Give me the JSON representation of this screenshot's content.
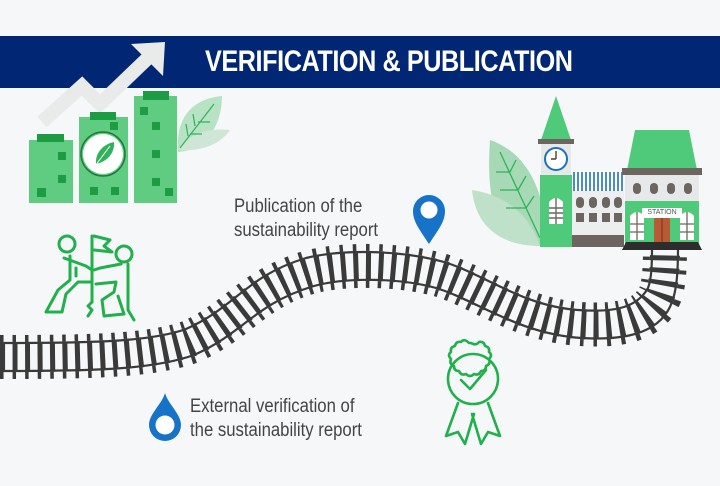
{
  "header": {
    "title": "VERIFICATION & PUBLICATION",
    "background_color": "#012673",
    "text_color": "#ffffff"
  },
  "milestones": [
    {
      "id": "publication",
      "line1": "Publication of the",
      "line2": "sustainability report",
      "icon": "map-pin-icon",
      "icon_color": "#1673c8"
    },
    {
      "id": "verification",
      "line1": "External verification of",
      "line2": "the sustainability report",
      "icon": "water-drop-icon",
      "icon_color": "#1673c8"
    }
  ],
  "illustrations": {
    "growth_buildings": "growth-chart-buildings-icon",
    "teamwork": "teamwork-flag-icon",
    "award": "award-ribbon-check-icon",
    "station": "train-station-icon",
    "station_sign": "STATION",
    "railway": "railway-track"
  },
  "colors": {
    "green_primary": "#4fc97a",
    "green_dark": "#119a3e",
    "green_line": "#22b14c",
    "leaf_light": "#a8dcb8",
    "track": "#3c3c3c",
    "background": "#f6f7f9"
  }
}
